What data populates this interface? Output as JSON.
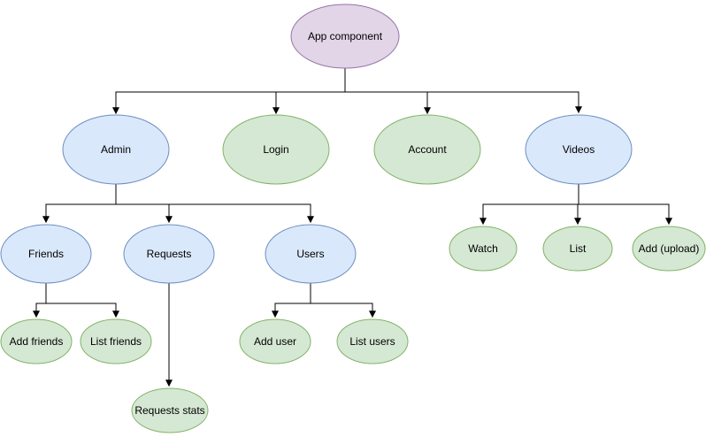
{
  "diagram": {
    "type": "tree",
    "background": "#ffffff",
    "palette": {
      "purple": {
        "fill": "#e1d5e7",
        "stroke": "#9673a6"
      },
      "blue": {
        "fill": "#dae8fc",
        "stroke": "#6c8ebf"
      },
      "green": {
        "fill": "#d5e8d4",
        "stroke": "#82b366"
      },
      "edge_color": "#000000",
      "text_color": "#000000"
    },
    "nodes": {
      "app_component": {
        "label": "App component",
        "color": "purple"
      },
      "admin": {
        "label": "Admin",
        "color": "blue"
      },
      "login": {
        "label": "Login",
        "color": "green"
      },
      "account": {
        "label": "Account",
        "color": "green"
      },
      "videos": {
        "label": "Videos",
        "color": "blue"
      },
      "friends": {
        "label": "Friends",
        "color": "blue"
      },
      "requests": {
        "label": "Requests",
        "color": "blue"
      },
      "users": {
        "label": "Users",
        "color": "blue"
      },
      "watch": {
        "label": "Watch",
        "color": "green"
      },
      "list": {
        "label": "List",
        "color": "green"
      },
      "add_upload": {
        "label": "Add (upload)",
        "color": "green"
      },
      "add_friends": {
        "label": "Add friends",
        "color": "green"
      },
      "list_friends": {
        "label": "List friends",
        "color": "green"
      },
      "add_user": {
        "label": "Add user",
        "color": "green"
      },
      "list_users": {
        "label": "List users",
        "color": "green"
      },
      "requests_stats": {
        "label": "Requests stats",
        "color": "green"
      }
    },
    "edges": [
      {
        "from": "app_component",
        "to": "admin"
      },
      {
        "from": "app_component",
        "to": "login"
      },
      {
        "from": "app_component",
        "to": "account"
      },
      {
        "from": "app_component",
        "to": "videos"
      },
      {
        "from": "admin",
        "to": "friends"
      },
      {
        "from": "admin",
        "to": "requests"
      },
      {
        "from": "admin",
        "to": "users"
      },
      {
        "from": "videos",
        "to": "watch"
      },
      {
        "from": "videos",
        "to": "list"
      },
      {
        "from": "videos",
        "to": "add_upload"
      },
      {
        "from": "friends",
        "to": "add_friends"
      },
      {
        "from": "friends",
        "to": "list_friends"
      },
      {
        "from": "users",
        "to": "add_user"
      },
      {
        "from": "users",
        "to": "list_users"
      },
      {
        "from": "requests",
        "to": "requests_stats"
      }
    ]
  }
}
